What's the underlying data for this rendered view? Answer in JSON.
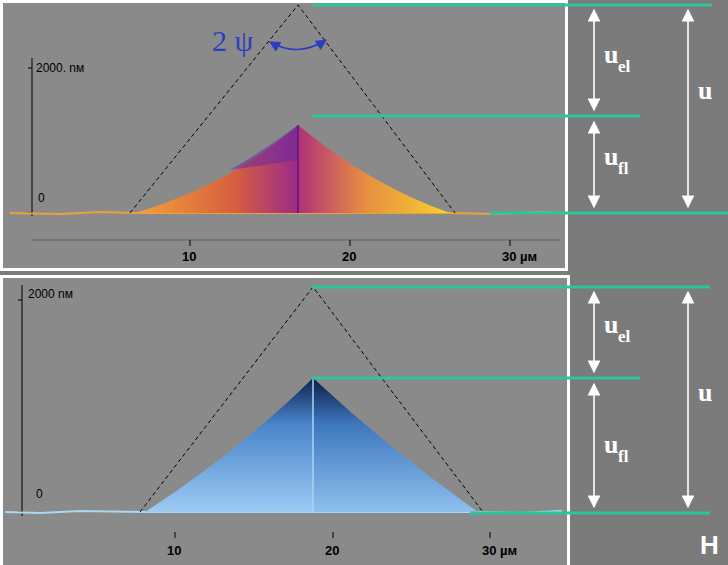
{
  "diagram": {
    "labels": [
      "2 ψ",
      "2000. nм",
      "0",
      "10",
      "20",
      "30 µм",
      "u",
      "el",
      "u",
      "fl",
      "u",
      "2000 nм",
      "0",
      "10",
      "20",
      "30 µм",
      "u",
      "el",
      "u",
      "fl",
      "u",
      "H"
    ]
  }
}
